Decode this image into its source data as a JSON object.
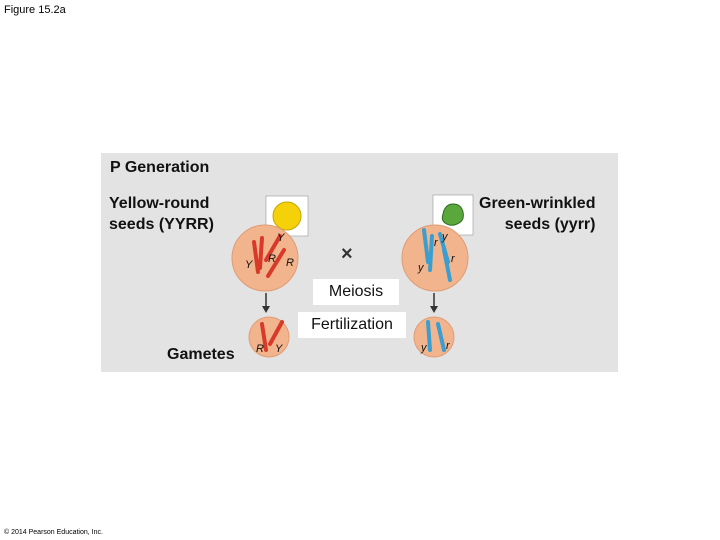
{
  "figure_title": "Figure 15.2a",
  "copyright": "© 2014 Pearson Education, Inc.",
  "panel": {
    "heading": "P Generation",
    "left_parent": {
      "line1": "Yellow-round",
      "line2": "seeds (YYRR)"
    },
    "right_parent": {
      "line1": "Green-wrinkled",
      "line2": "seeds (yyrr)"
    },
    "cross_symbol": "×",
    "meiosis_label": "Meiosis",
    "fertilization_label": "Fertilization",
    "gametes_label": "Gametes",
    "alleles": {
      "left_cell_Y_top": "Y",
      "left_cell_Y_bottom": "Y",
      "left_cell_R_1": "R",
      "left_cell_R_2": "R",
      "right_cell_r_top": "r",
      "right_cell_y_top": "y",
      "right_cell_y_bottom": "y",
      "right_cell_r_bottom": "r",
      "left_gamete_R": "R",
      "left_gamete_Y": "Y",
      "right_gamete_y": "y",
      "right_gamete_r": "r"
    },
    "colors": {
      "cell_fill": "#f2b48d",
      "red_chromosome": "#d83a2a",
      "blue_chromosome": "#3a9fd0",
      "yellow_seed": "#f5d10a",
      "green_seed": "#5aa83c",
      "panel_bg": "#e3e3e3"
    }
  }
}
